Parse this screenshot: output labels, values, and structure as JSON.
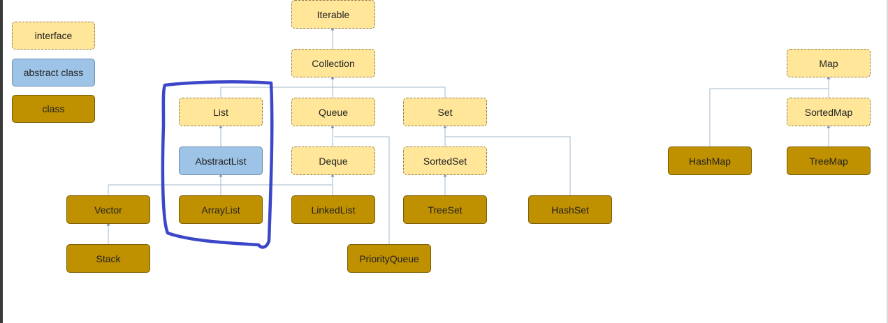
{
  "legend": {
    "interface": "interface",
    "abstract_class": "abstract class",
    "class": "class"
  },
  "nodes": {
    "iterable": "Iterable",
    "collection": "Collection",
    "list": "List",
    "queue": "Queue",
    "set": "Set",
    "abstractlist": "AbstractList",
    "deque": "Deque",
    "sortedset": "SortedSet",
    "vector": "Vector",
    "arraylist": "ArrayList",
    "linkedlist": "LinkedList",
    "treeset": "TreeSet",
    "hashset": "HashSet",
    "stack": "Stack",
    "priorityqueue": "PriorityQueue",
    "map": "Map",
    "sortedmap": "SortedMap",
    "hashmap": "HashMap",
    "treemap": "TreeMap"
  },
  "colors": {
    "interface_fill": "#ffe699",
    "abstract_fill": "#9dc3e6",
    "class_fill": "#bf9000",
    "connector": "#7f97b3",
    "annotation": "#3b46c9"
  }
}
